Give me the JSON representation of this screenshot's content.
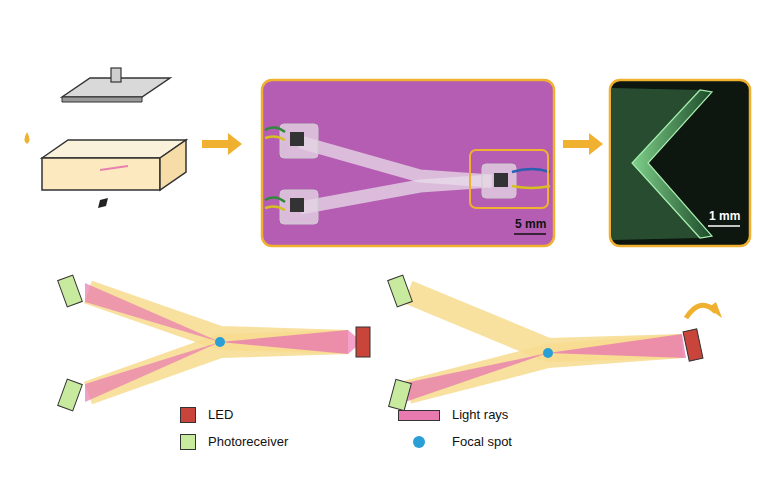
{
  "diagram": {
    "labels": [
      "5 mm",
      "1 mm"
    ],
    "legend": [
      {
        "text": "LED",
        "color": "#c9443a"
      },
      {
        "text": "Photoreceiver",
        "color": "#c8ea9e"
      },
      {
        "text": "Light rays",
        "color": "#e87ab0"
      },
      {
        "text": "Focal spot",
        "color": "#2a9fd6"
      }
    ]
  }
}
